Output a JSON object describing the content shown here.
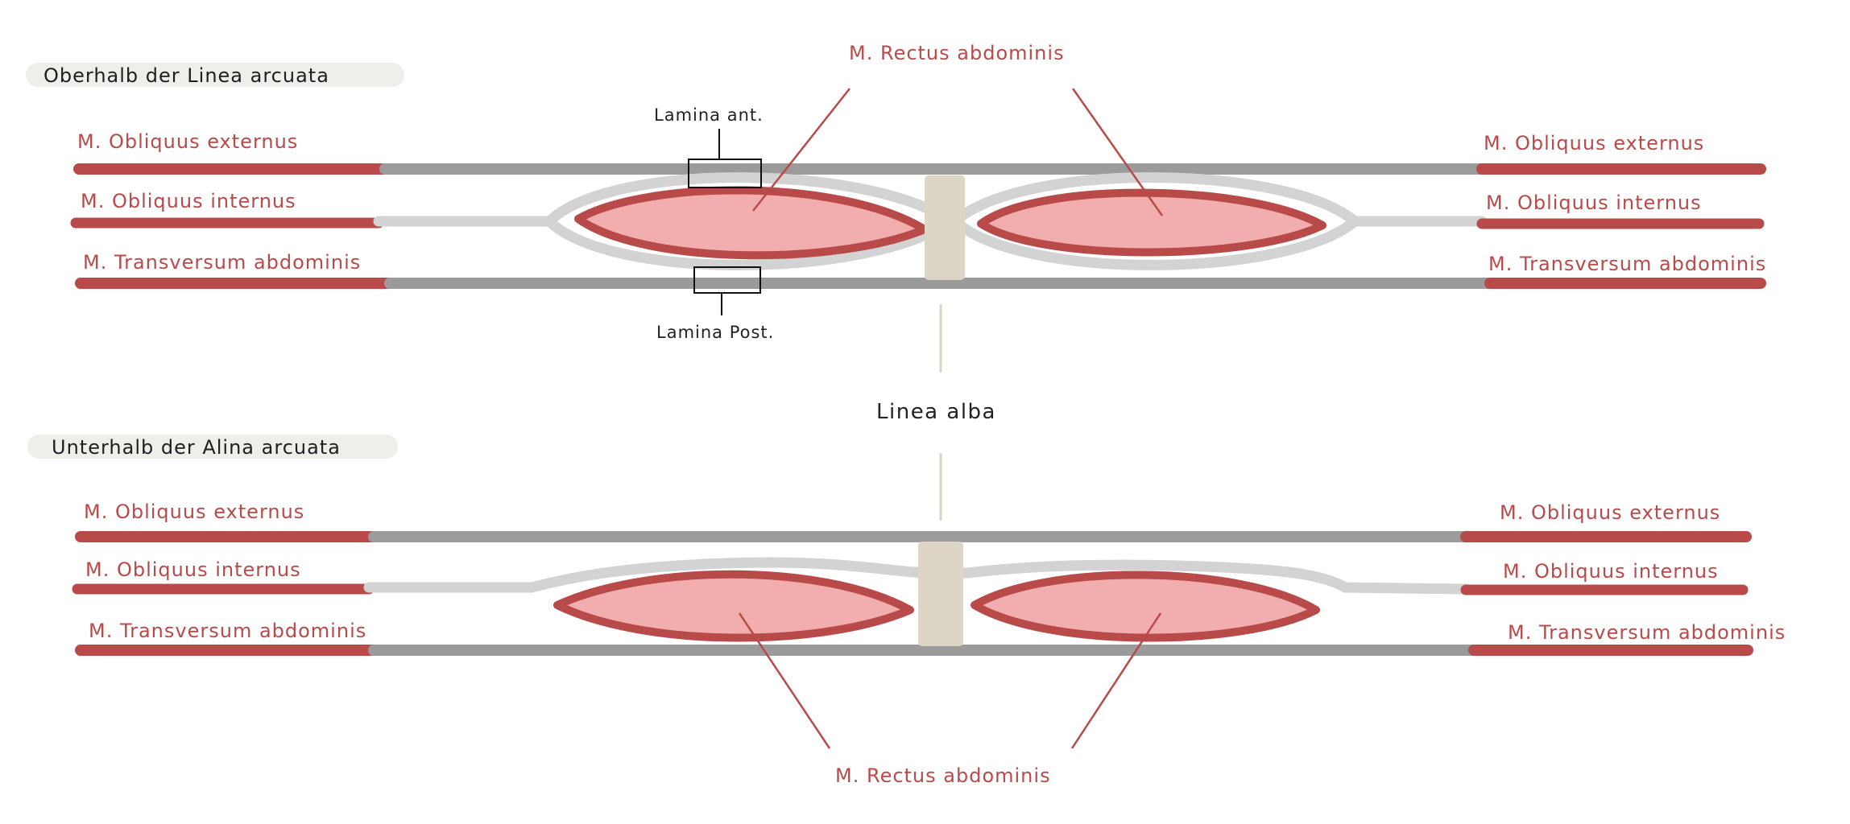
{
  "sections": {
    "top_title": "Oberhalb der Linea arcuata",
    "bottom_title": "Unterhalb der Alina arcuata"
  },
  "labels": {
    "rectus_top": "M. Rectus abdominis",
    "rectus_bottom": "M. Rectus abdominis",
    "lamina_ant": "Lamina ant.",
    "lamina_post": "Lamina Post.",
    "linea_alba": "Linea alba",
    "top_left": {
      "externus": "M. Obliquus externus",
      "internus": "M. Obliquus internus",
      "transversum": "M. Transversum abdominis"
    },
    "top_right": {
      "externus": "M. Obliquus externus",
      "internus": "M. Obliquus internus",
      "transversum": "M. Transversum abdominis"
    },
    "bottom_left": {
      "externus": "M. Obliquus externus",
      "internus": "M. Obliquus internus",
      "transversum": "M. Transversum abdominis"
    },
    "bottom_right": {
      "externus": "M. Obliquus externus",
      "internus": "M. Obliquus internus",
      "transversum": "M. Transversum abdominis"
    }
  },
  "colors": {
    "muscle": "#b94a4a",
    "muscle_fill": "#f2aeae",
    "aponeurosis_dark": "#9b9b9b",
    "aponeurosis_light": "#d3d3d3",
    "linea_alba": "#ddd5c5",
    "section_bg": "#eeeeea"
  }
}
